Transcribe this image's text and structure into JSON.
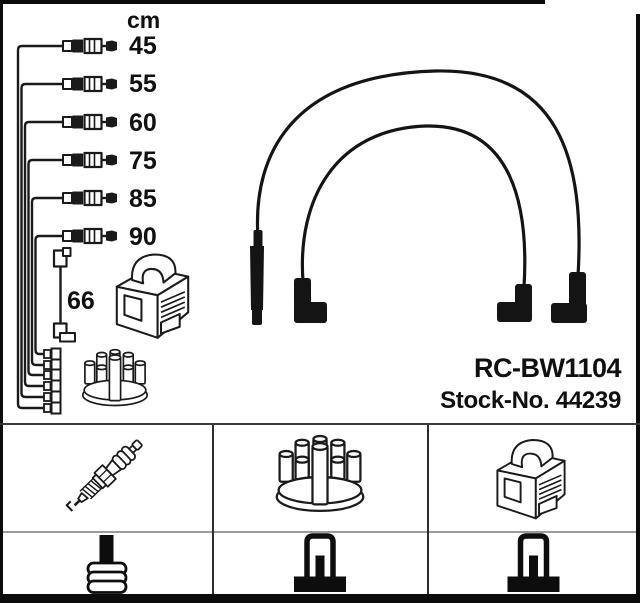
{
  "colors": {
    "background": "#ffffff",
    "line": "#1a1a1a",
    "border": "#0b0b0b"
  },
  "length_table": {
    "unit_header": "cm",
    "cable_lengths_cm": [
      "45",
      "55",
      "60",
      "75",
      "85",
      "90"
    ],
    "coil_cable_length_cm": "66"
  },
  "product": {
    "part_code": "RC-BW1104",
    "stock_line": "Stock-No. 44239"
  },
  "legend": {
    "row1_icons": [
      "spark-plug-icon",
      "distributor-cap-icon",
      "ignition-coil-icon"
    ],
    "row2_icons": [
      "plug-terminal-icon",
      "tower-socket-icon",
      "tower-socket-icon"
    ]
  }
}
